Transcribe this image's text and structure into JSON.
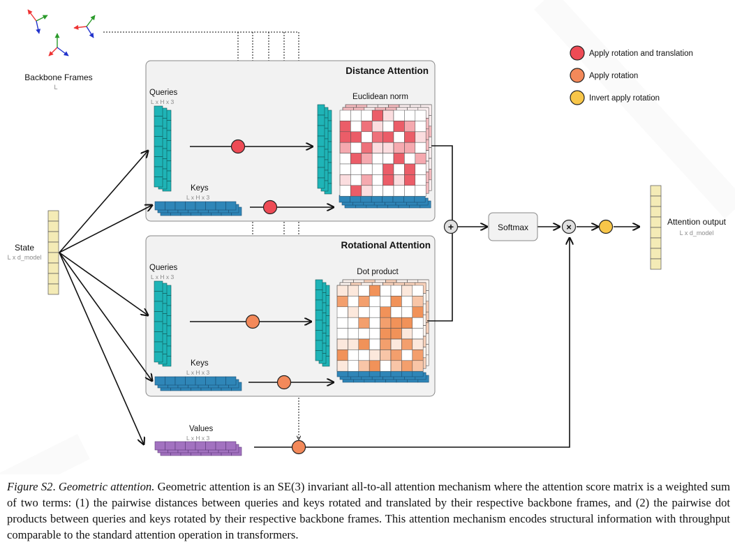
{
  "frames": {
    "title": "Backbone Frames",
    "dims": "L"
  },
  "state": {
    "title": "State",
    "dims": "L x d_model"
  },
  "distance_panel": {
    "title": "Distance Attention",
    "queries": {
      "title": "Queries",
      "dims": "L x H x 3"
    },
    "keys": {
      "title": "Keys",
      "dims": "L x H x 3"
    },
    "score_label": "Euclidean norm"
  },
  "rotational_panel": {
    "title": "Rotational Attention",
    "queries": {
      "title": "Queries",
      "dims": "L x H x 3"
    },
    "keys": {
      "title": "Keys",
      "dims": "L x H x 3"
    },
    "score_label": "Dot product"
  },
  "values": {
    "title": "Values",
    "dims": "L x H x 3"
  },
  "softmax_label": "Softmax",
  "plus_symbol": "+",
  "times_symbol": "×",
  "output": {
    "title": "Attention output",
    "dims": "L x d_model"
  },
  "legend": [
    {
      "label": "Apply rotation and translation",
      "color": "#ee4b55"
    },
    {
      "label": "Apply rotation",
      "color": "#f3895a"
    },
    {
      "label": "Invert apply rotation",
      "color": "#f8c649"
    }
  ],
  "colors": {
    "queries": "#1fb4b7",
    "keys": "#2f86b8",
    "values": "#a272c0",
    "state": "#f4ebb6",
    "panel": "#f2f2f2",
    "distance_heat": "#e8414d",
    "rotation_heat": "#ef7f3c"
  },
  "caption": {
    "label": "Figure S2",
    "title": "Geometric attention.",
    "text": "Geometric attention is an SE(3) invariant all-to-all attention mechanism where the attention score matrix is a weighted sum of two terms: (1) the pairwise distances between queries and keys rotated and translated by their respective backbone frames, and (2) the pairwise dot products between queries and keys rotated by their respective backbone frames. This attention mechanism encodes structural information with throughput comparable to the standard attention operation in transformers."
  }
}
